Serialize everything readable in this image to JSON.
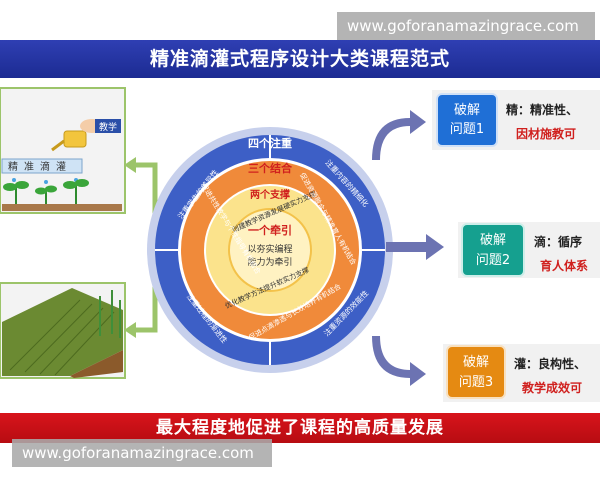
{
  "watermark": "www.goforanamazingrace.com",
  "title": "精准滴灌式程序设计大类课程范式",
  "footer": "最大程度地促进了课程的高质量发展",
  "left_panel": {
    "illustration_labels": [
      "精",
      "准",
      "滴",
      "灌"
    ],
    "teacher_tag": "教学"
  },
  "circle": {
    "center_title": "一个牵引",
    "center_text": [
      "以夯实编程",
      "能力为牵引"
    ],
    "ring_support": {
      "title": "两个支撑",
      "items": [
        "创建教学资源发展硬实力支撑",
        "优化教学方法提升软实力支撑"
      ]
    },
    "ring_combine": {
      "title": "三个结合",
      "items": [
        "促进共性教学与个性指导有机结合",
        "促进资源融合与精准育人有机结合",
        "促进点滴渗透与长效培养有机结合"
      ]
    },
    "ring_focus": {
      "title": "四个注重",
      "items": [
        "注重学生的差异性",
        "注重内容的精细化",
        "注重资源的效能性",
        "注重过程的渐进性"
      ]
    }
  },
  "problems": [
    {
      "button": [
        "破解",
        "问题1"
      ],
      "lines": [
        "精：精准性、",
        "因材施教可"
      ],
      "color": "#1f6fd6"
    },
    {
      "button": [
        "破解",
        "问题2"
      ],
      "lines": [
        "滴：循序",
        "育人体系"
      ],
      "color": "#15a08f"
    },
    {
      "button": [
        "破解",
        "问题3"
      ],
      "lines": [
        "灌：良构性、",
        "教学成效可"
      ],
      "color": "#e58a12"
    }
  ],
  "colors": {
    "title_blue": "#1f2c95",
    "footer_red": "#c81018",
    "outer_ring_blue": "#3d5fc6",
    "ring_orange": "#f08a3a",
    "ring_yellow": "#fbe38c",
    "center_cream": "#fff2c2",
    "emphasis_red": "#d0201e",
    "connector_green": "#9cc46a",
    "arrow_purple": "#6c73b2"
  }
}
